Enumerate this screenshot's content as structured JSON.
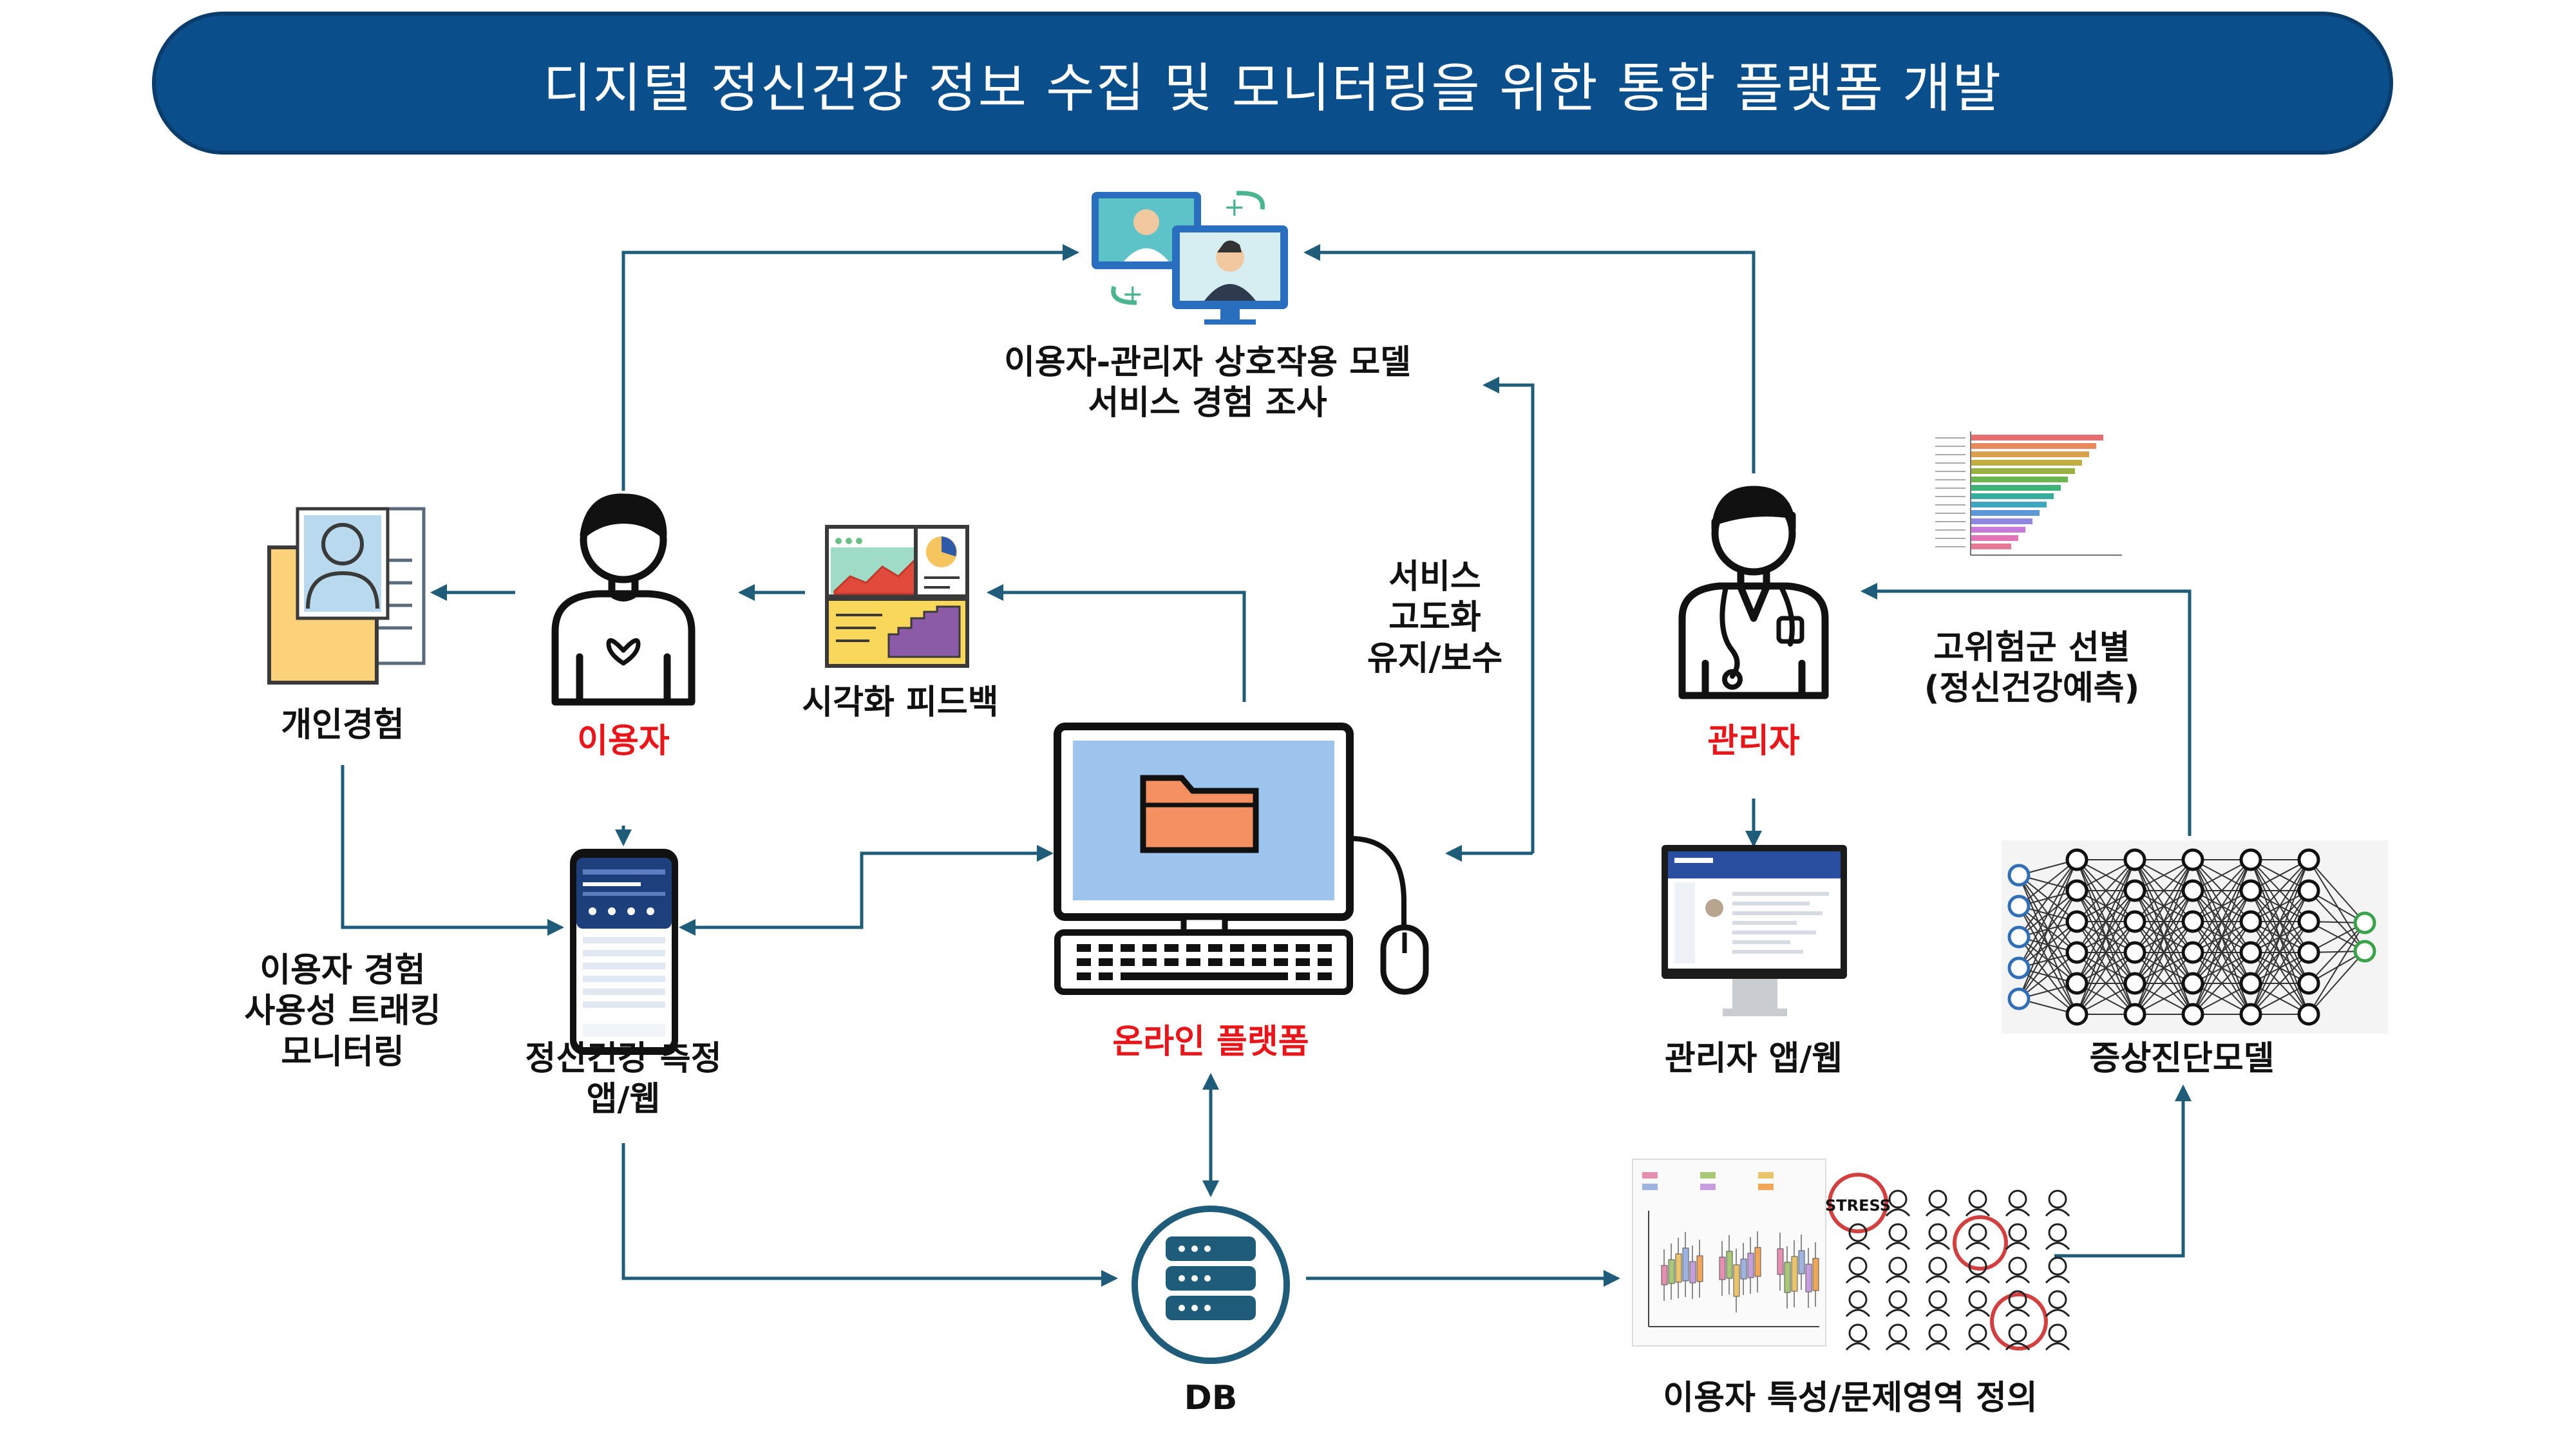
{
  "title": "디지털 정신건강 정보 수집 및 모니터링을 위한 통합 플랫폼 개발",
  "colors": {
    "banner": "#0a4f8c",
    "arrow": "#1f5c7a",
    "role_label": "#e8161a",
    "text": "#111111"
  },
  "nodes": {
    "interaction_model": "이용자-관리자 상호작용 모델\n서비스 경험 조사",
    "personal_experience": "개인경험",
    "user": "이용자",
    "visualization_feedback": "시각화 피드백",
    "service_maintenance": "서비스\n고도화\n유지/보수",
    "manager": "관리자",
    "high_risk_selection": "고위험군 선별\n(정신건강예측)",
    "tracking": "이용자 경험\n사용성 트래킹\n모니터링",
    "measurement_app": "정신건강 측정\n앱/웹",
    "online_platform": "온라인 플랫폼",
    "manager_app": "관리자 앱/웹",
    "diagnosis_model": "증상진단모델",
    "db": "DB",
    "user_traits": "이용자 특성/문제영역 정의"
  },
  "icons": [
    "video-consultation-icon",
    "person-document-icon",
    "user-avatar-icon",
    "dashboard-charts-icon",
    "computer-folder-icon",
    "doctor-avatar-icon",
    "smartphone-app-icon",
    "monitor-web-icon",
    "neural-network-icon",
    "database-icon",
    "boxplot-chart-icon",
    "stress-symptoms-icon",
    "feature-importance-chart-icon"
  ],
  "stress_badge": "STRESS"
}
